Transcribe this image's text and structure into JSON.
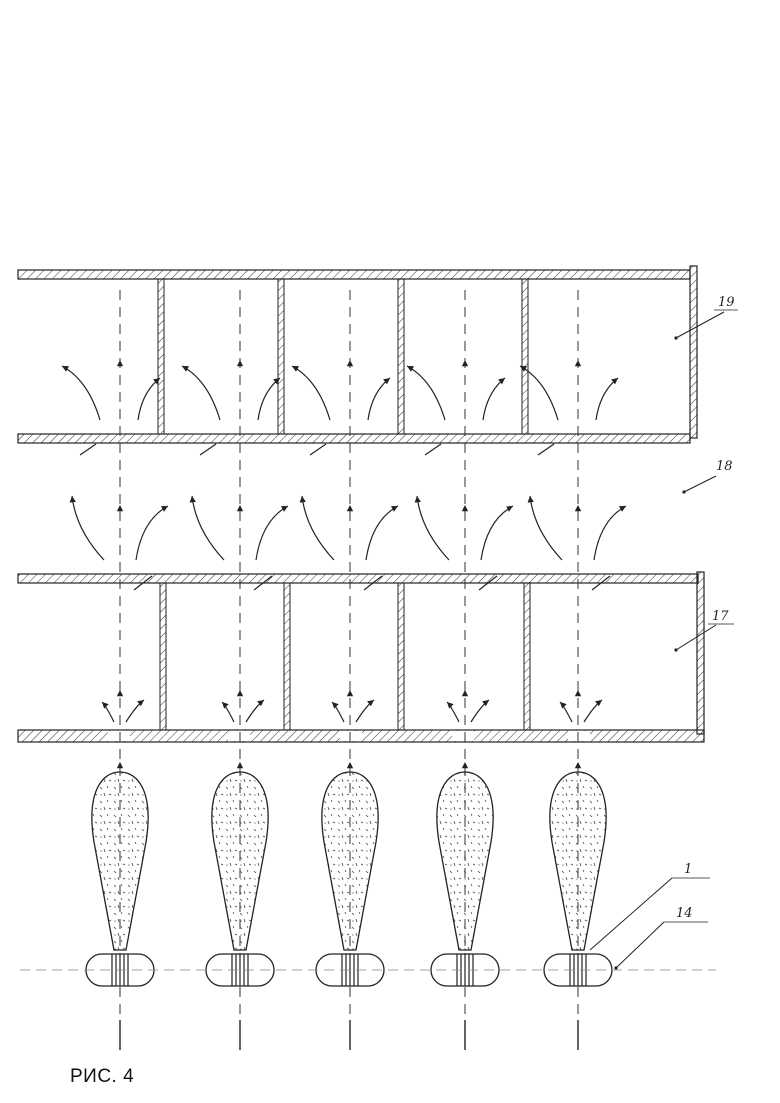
{
  "figure": {
    "caption": "РИС. 4",
    "labels": {
      "upper_chamber": "19",
      "middle_space": "18",
      "lower_chamber": "17",
      "nozzle": "1",
      "burner": "14"
    }
  },
  "colors": {
    "ink": "#222222",
    "paper": "#ffffff",
    "hatch": "#333333"
  },
  "jets": {
    "count": 5
  }
}
